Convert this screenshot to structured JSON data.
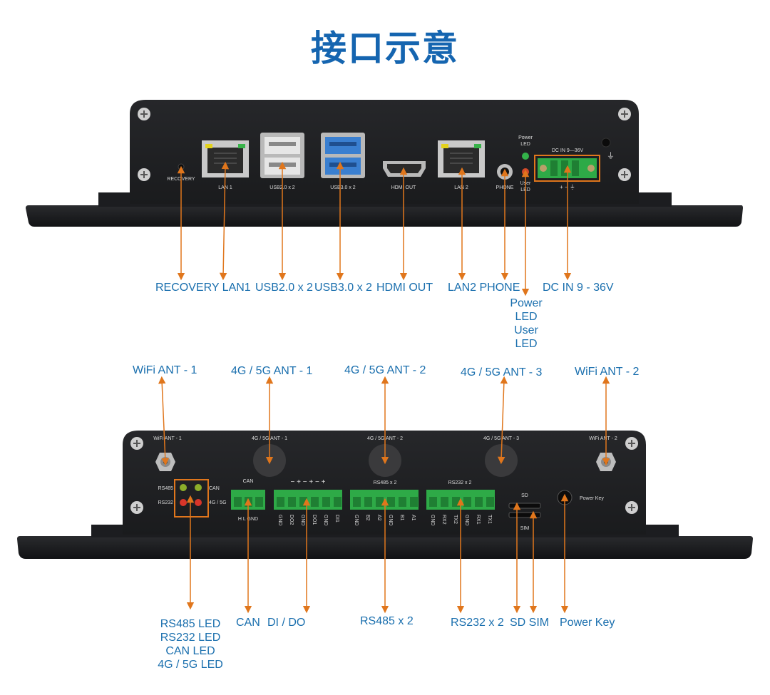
{
  "title": "接口示意",
  "top_panel": {
    "port_labels": {
      "recovery": "RECOVERY",
      "lan1": "LAN 1",
      "usb2": "USB2.0 x 2",
      "usb3": "USB3.0 x 2",
      "hdmi": "HDMI OUT",
      "lan2": "LAN 2",
      "phone": "PHONE",
      "power_led": "Power\nLED",
      "user_led": "User\nLED",
      "dc_in": "DC IN 9—36V",
      "dc_pins": "+  −  ⏚"
    },
    "callouts": {
      "recovery_lan1": "RECOVERY LAN1",
      "usb2": "USB2.0 x 2",
      "usb3": "USB3.0 x 2",
      "hdmi": "HDMI OUT",
      "lan2_phone": "LAN2  PHONE",
      "power_user_led": [
        "Power",
        "LED",
        "User",
        "LED"
      ],
      "dc_in": "DC IN 9 - 36V"
    }
  },
  "bottom_panel": {
    "antenna_callouts": {
      "wifi1": "WiFi ANT - 1",
      "ant4g1": "4G / 5G ANT - 1",
      "ant4g2": "4G / 5G ANT - 2",
      "ant4g3": "4G / 5G ANT - 3",
      "wifi2": "WiFi ANT - 2"
    },
    "device_labels": {
      "wifi1": "WiFi ANT - 1",
      "ant1": "4G / 5G ANT - 1",
      "ant2": "4G / 5G ANT - 2",
      "ant3": "4G / 5G ANT - 3",
      "wifi2": "WiFi ANT - 2",
      "rs485": "RS485",
      "rs232": "RS232",
      "can_led": "CAN",
      "led_4g": "4G / 5G",
      "can": "CAN",
      "can_pins": "H   L  GND",
      "dio_signs": "−  +  −  +  −  +",
      "dio_pins": [
        "GND",
        "DO2",
        "GND",
        "DO1",
        "GND",
        "DI1"
      ],
      "rs485_title": "RS485 x 2",
      "rs485_pins": [
        "GND",
        "B2",
        "A2",
        "GND",
        "B1",
        "A1"
      ],
      "rs232_title": "RS232 x 2",
      "rs232_pins": [
        "GND",
        "RX2",
        "TX2",
        "GND",
        "RX1",
        "TX1"
      ],
      "sd": "SD",
      "sim": "SIM",
      "power_key": "Power Key"
    },
    "callouts": {
      "leds": [
        "RS485 LED",
        "RS232 LED",
        "CAN LED",
        "4G / 5G LED"
      ],
      "can": "CAN",
      "di_do": "DI / DO",
      "rs485": "RS485 x 2",
      "rs232": "RS232 x 2",
      "sd_sim": "SD SIM",
      "power_key": "Power Key"
    }
  },
  "colors": {
    "title": "#1565b0",
    "callout_text": "#1a6fae",
    "leader_line": "#e0761c",
    "device_body": "#1e1f22",
    "terminal_green": "#2eaa47"
  }
}
